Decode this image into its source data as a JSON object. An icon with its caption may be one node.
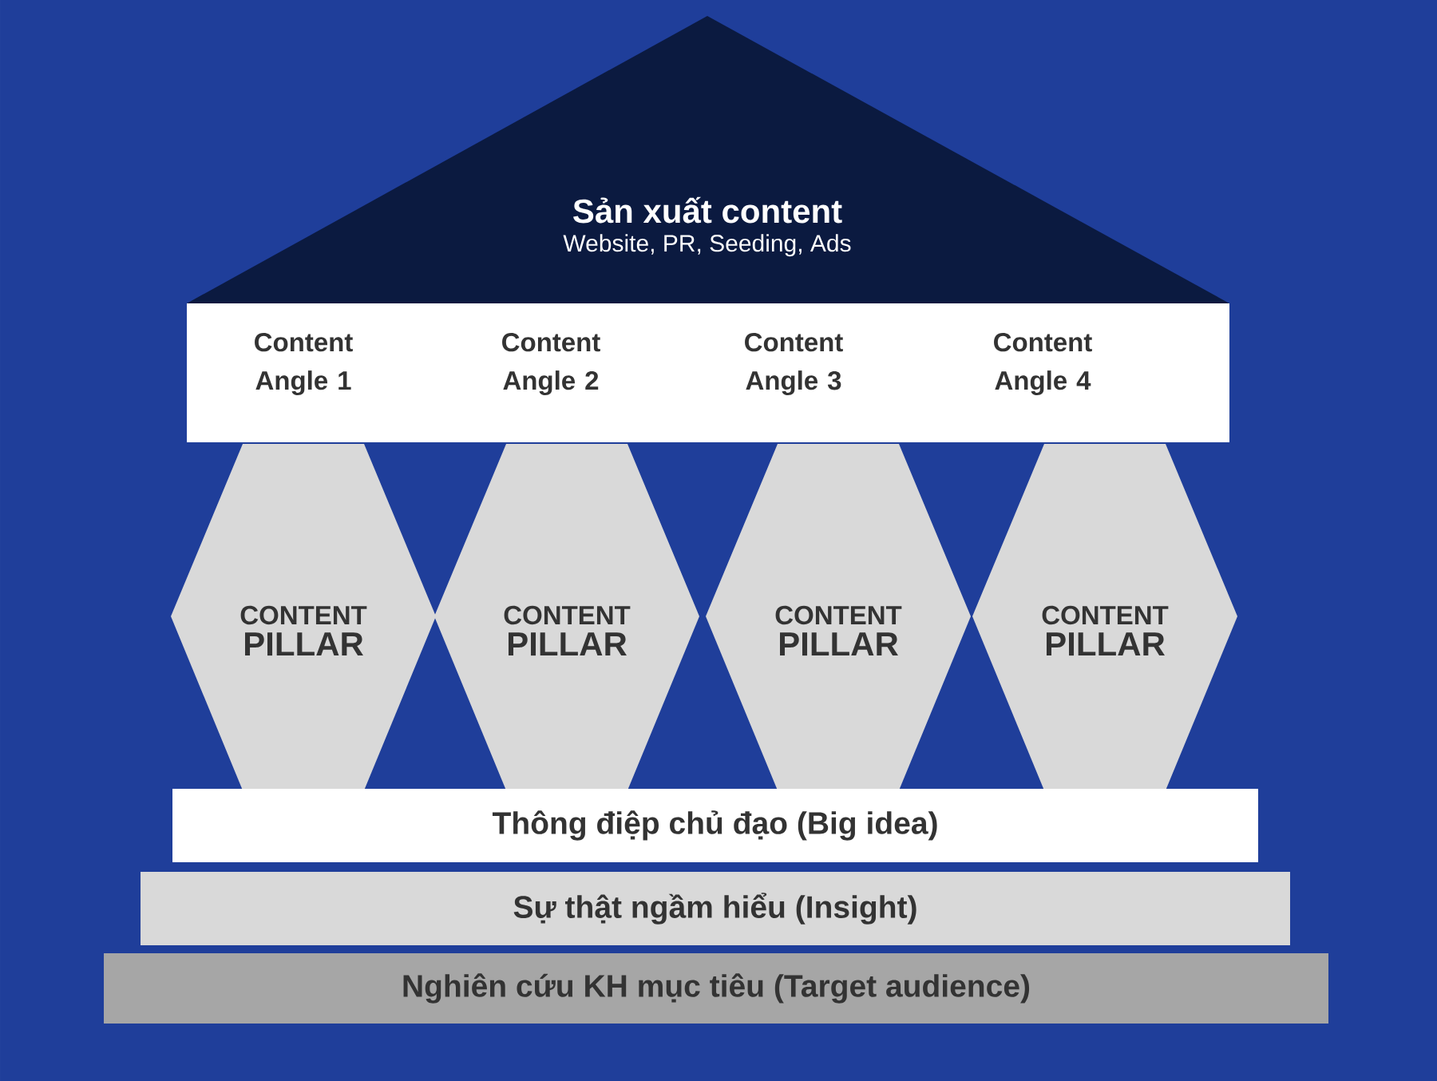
{
  "diagram": {
    "nodes": [
      {
        "text": [
          "Sản xuất content",
          "Website, PR, Seeding, Ads"
        ]
      },
      {
        "text": [
          "Content Angle 1"
        ]
      },
      {
        "text": [
          "Content Angle 2"
        ]
      },
      {
        "text": [
          "Content Angle 3"
        ]
      },
      {
        "text": [
          "Content Angle 4"
        ]
      },
      {
        "text": [
          "CONTENT",
          "PILLAR"
        ]
      },
      {
        "text": [
          "CONTENT",
          "PILLAR"
        ]
      },
      {
        "text": [
          "CONTENT",
          "PILLAR"
        ]
      },
      {
        "text": [
          "CONTENT",
          "PILLAR"
        ]
      },
      {
        "text": [
          "Thông điệp chủ đạo (Big idea)"
        ]
      },
      {
        "text": [
          "Sự thật ngầm hiểu (Insight)"
        ]
      },
      {
        "text": [
          "Nghiên cứu KH mục tiêu (Target audience)"
        ]
      }
    ]
  }
}
